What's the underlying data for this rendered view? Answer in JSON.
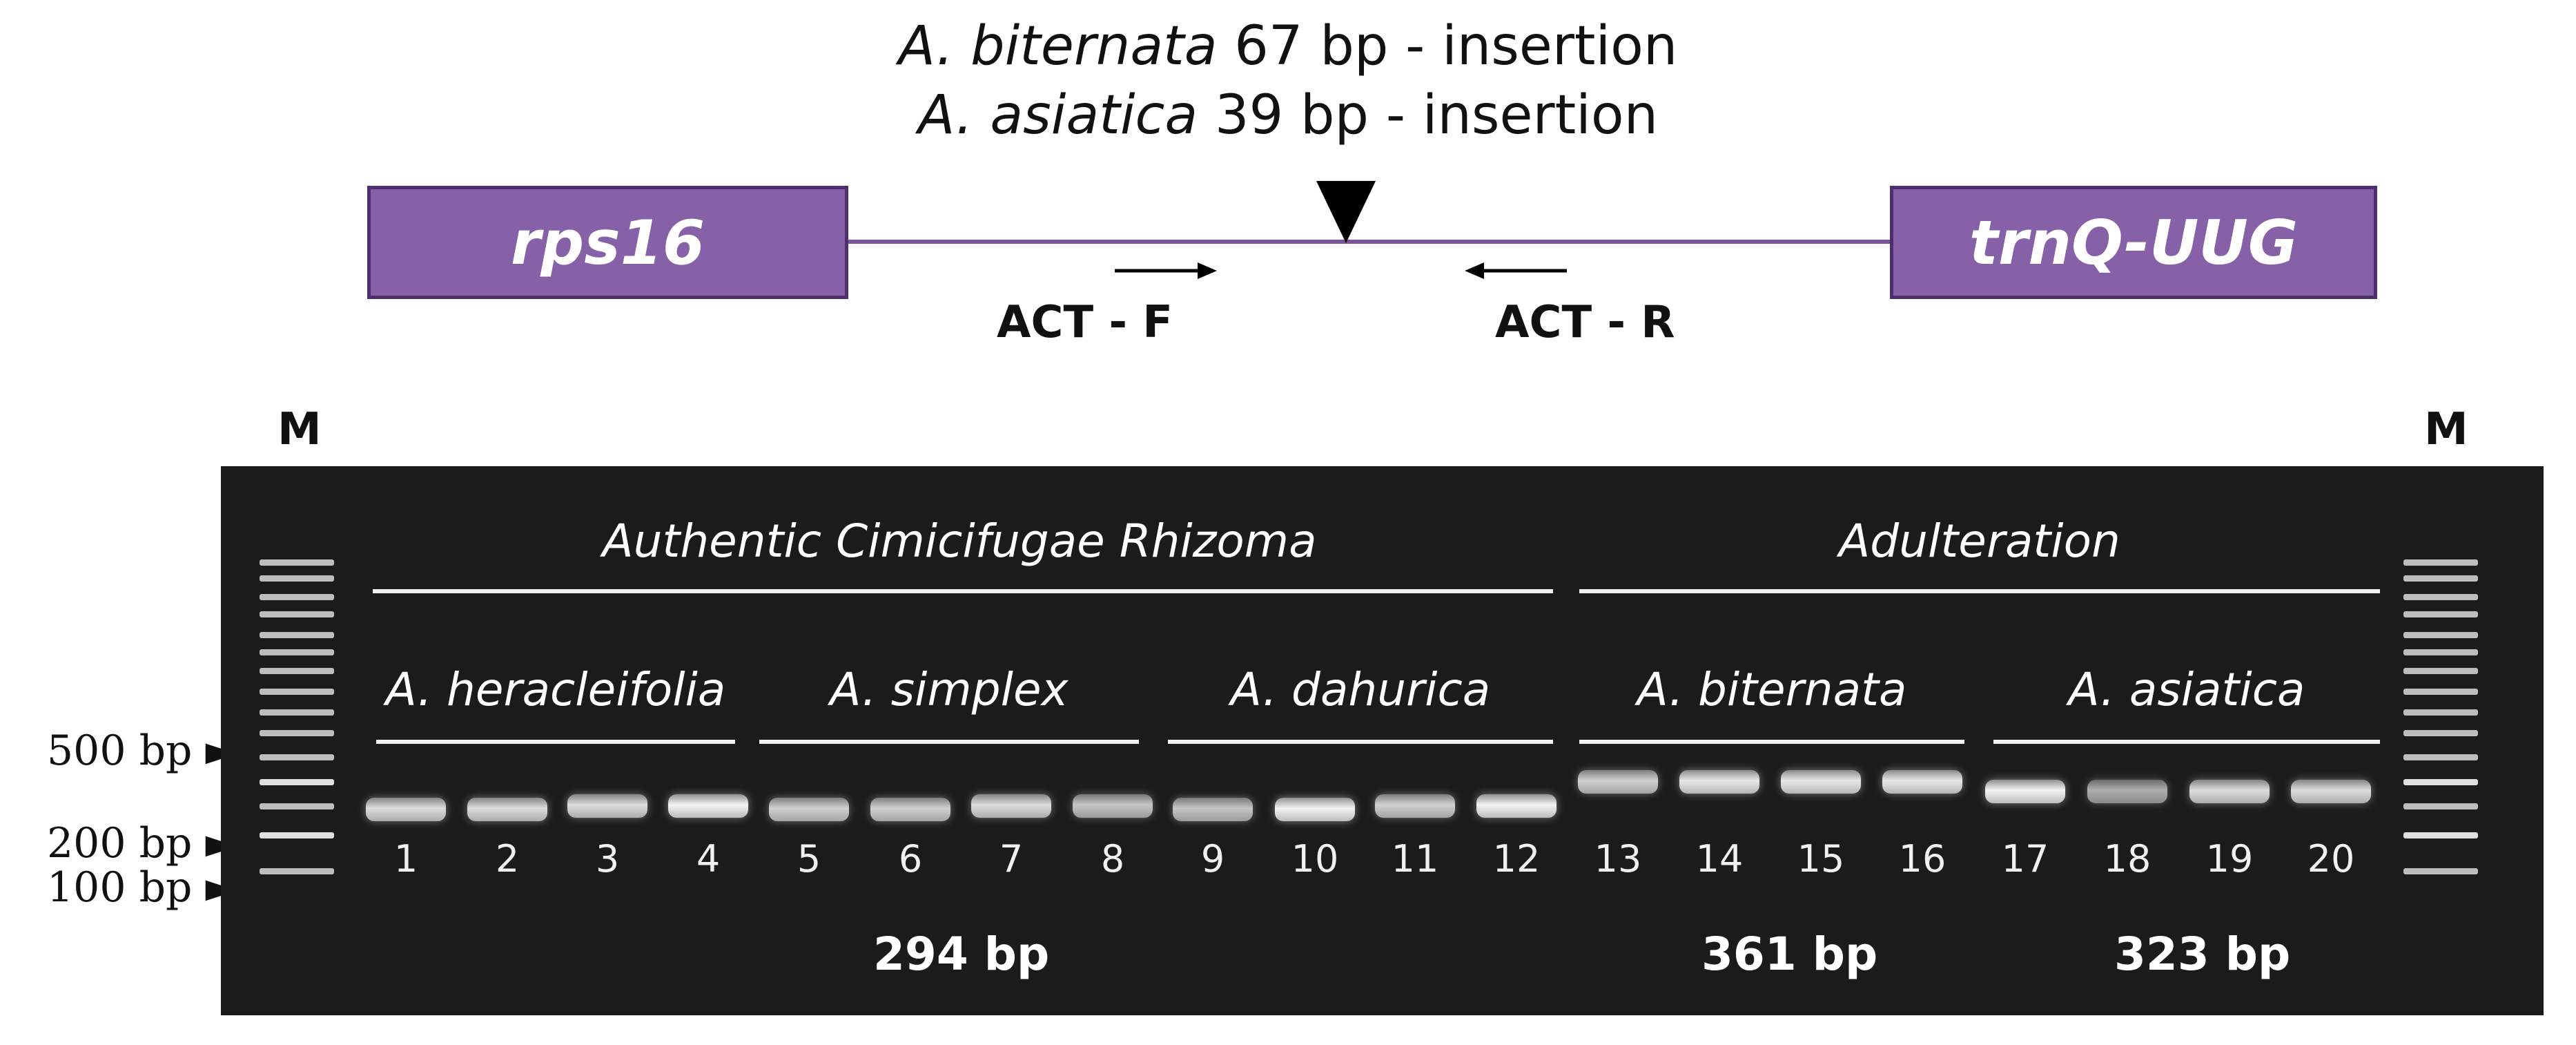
{
  "header": {
    "line1_species": "A. biternata",
    "line1_rest": " 67 bp - insertion",
    "line2_species": "A. asiatica",
    "line2_rest": " 39 bp - insertion"
  },
  "genes": {
    "left": "rps16",
    "right": "trnQ-UUG",
    "box_color": "#8661a8"
  },
  "primers": {
    "forward": "ACT - F",
    "reverse": "ACT - R"
  },
  "gel": {
    "marker_label": "M",
    "group_authentic": "Authentic Cimicifugae Rhizoma",
    "group_adulteration": "Adulteration",
    "species": [
      "A. heracleifolia",
      "A. simplex",
      "A. dahurica",
      "A. biternata",
      "A. asiatica"
    ],
    "lanes": [
      "1",
      "2",
      "3",
      "4",
      "5",
      "6",
      "7",
      "8",
      "9",
      "10",
      "11",
      "12",
      "13",
      "14",
      "15",
      "16",
      "17",
      "18",
      "19",
      "20"
    ],
    "product_sizes": [
      "294 bp",
      "361 bp",
      "323 bp"
    ],
    "ladder_labels": [
      "500 bp",
      "200 bp",
      "100 bp"
    ],
    "band_intensity": [
      0.85,
      0.85,
      0.85,
      0.95,
      0.8,
      0.8,
      0.85,
      0.75,
      0.75,
      0.95,
      0.8,
      0.95,
      0.8,
      0.9,
      0.9,
      0.9,
      0.95,
      0.65,
      0.85,
      0.85
    ]
  }
}
